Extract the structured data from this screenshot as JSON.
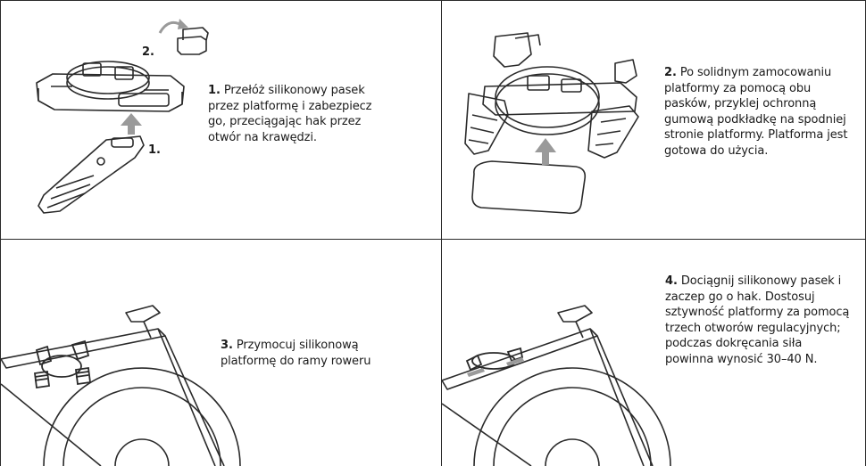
{
  "steps": [
    {
      "number": "1.",
      "text": "Przełóż silikonowy pasek przez platformę i zabezpiecz go, przeciągając hak przez otwór na krawędzi."
    },
    {
      "number": "2.",
      "text": "Po solidnym zamocowaniu platformy za pomocą obu pasków, przyklej ochronną gumową podkładkę na spodniej stronie platformy. Platforma jest gotowa do użycia."
    },
    {
      "number": "3.",
      "text": "Przymocuj silikonową platformę do ramy roweru"
    },
    {
      "number": "4.",
      "text": "Dociągnij silikonowy pasek i zaczep go o hak. Dostosuj sztywność platformy za pomocą trzech otworów regulacyjnych; podczas dokręcania siła powinna wynosić 30–40 N."
    }
  ],
  "callouts": {
    "hook": "2.",
    "strap": "1."
  },
  "colors": {
    "line": "#2a2a2a",
    "arrow": "#9a9a9a",
    "text": "#1a1a1a"
  }
}
